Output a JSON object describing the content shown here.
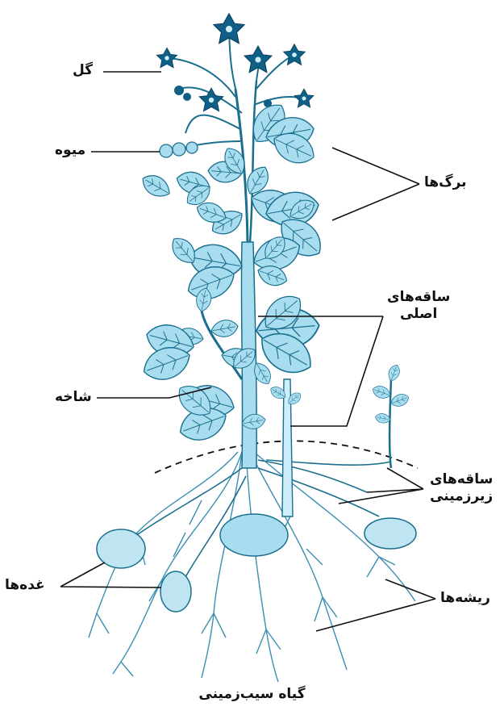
{
  "labels": {
    "flower": "گل",
    "fruit": "میوه",
    "leaves": "برگ‌ها",
    "main_stems_1": "ساقه‌های",
    "main_stems_2": "اصلی",
    "branch": "شاخه",
    "underground_stems_1": "ساقه‌های",
    "underground_stems_2": "زیرزمینی",
    "tubers": "غده‌ها",
    "roots": "ریشه‌ها"
  },
  "caption": "گیاه سیب‌زمینی",
  "colors": {
    "plant_fill": "#a8dcef",
    "plant_stroke": "#1a6e8e",
    "flower_fill": "#0f5f86",
    "tuber_fill": "#bfe4f2",
    "root_stroke": "#3d8fb3",
    "leader_line": "#111111"
  }
}
